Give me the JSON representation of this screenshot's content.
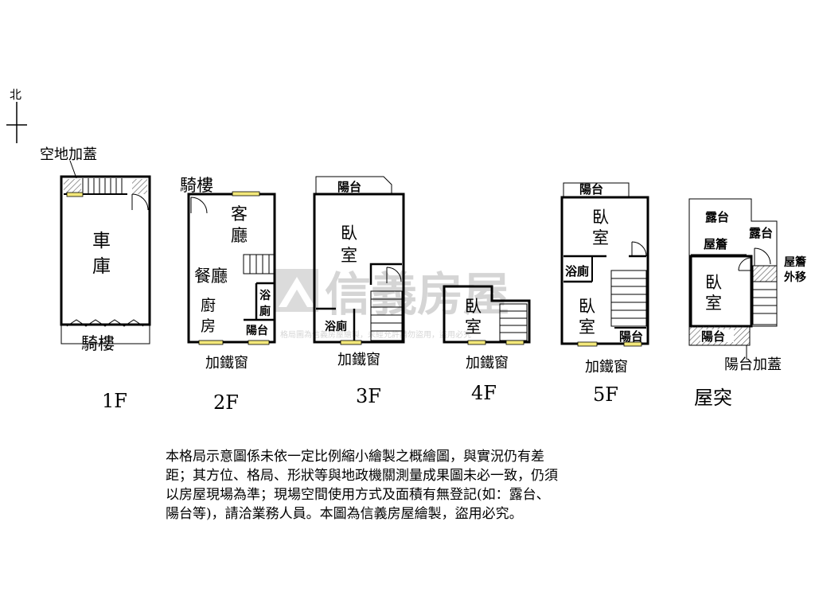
{
  "compass": {
    "north_label": "北"
  },
  "watermark": {
    "brand": "信義房屋",
    "small_text": "格局圖為信義房屋繪製，未經允許請勿盜用，盜用必究"
  },
  "floor_labels": {
    "f1": "1F",
    "f2": "2F",
    "f3": "3F",
    "f4": "4F",
    "f5": "5F",
    "roof": "屋突"
  },
  "f1": {
    "top_note": "空地加蓋",
    "garage_1": "車",
    "garage_2": "庫",
    "arcade": "騎樓"
  },
  "f2": {
    "arcade": "騎樓",
    "living_1": "客",
    "living_2": "廳",
    "dining": "餐廳",
    "kitchen_1": "廚",
    "kitchen_2": "房",
    "bath_1": "浴",
    "bath_2": "廁",
    "balcony": "陽台",
    "window_note": "加鐵窗"
  },
  "f3": {
    "balcony": "陽台",
    "bedroom_1": "臥",
    "bedroom_2": "室",
    "bath": "浴廁",
    "window_note": "加鐵窗"
  },
  "f4": {
    "bedroom_1": "臥",
    "bedroom_2": "室",
    "window_note": "加鐵窗"
  },
  "f5": {
    "balcony_top": "陽台",
    "bedroom_top_1": "臥",
    "bedroom_top_2": "室",
    "bath": "浴廁",
    "bedroom_bottom_1": "臥",
    "bedroom_bottom_2": "室",
    "balcony_bottom": "陽台",
    "window_note": "加鐵窗"
  },
  "roof": {
    "terrace_left": "露台",
    "terrace_right": "露台",
    "eaves": "屋簷",
    "eaves_moved_1": "屋簷",
    "eaves_moved_2": "外移",
    "bedroom_1": "臥",
    "bedroom_2": "室",
    "balcony": "陽台",
    "balcony_note": "陽台加蓋"
  },
  "disclaimer": [
    "本格局示意圖係未依一定比例縮小繪製之概繪圖，與實況仍有差",
    "距；其方位、格局、形狀等與地政機關測量成果圖未必一致，仍須",
    "以房屋現場為準；現場空間使用方式及面積有無登記(如：露台、",
    "陽台等)，請洽業務人員。本圖為信義房屋繪製，盜用必究。"
  ]
}
